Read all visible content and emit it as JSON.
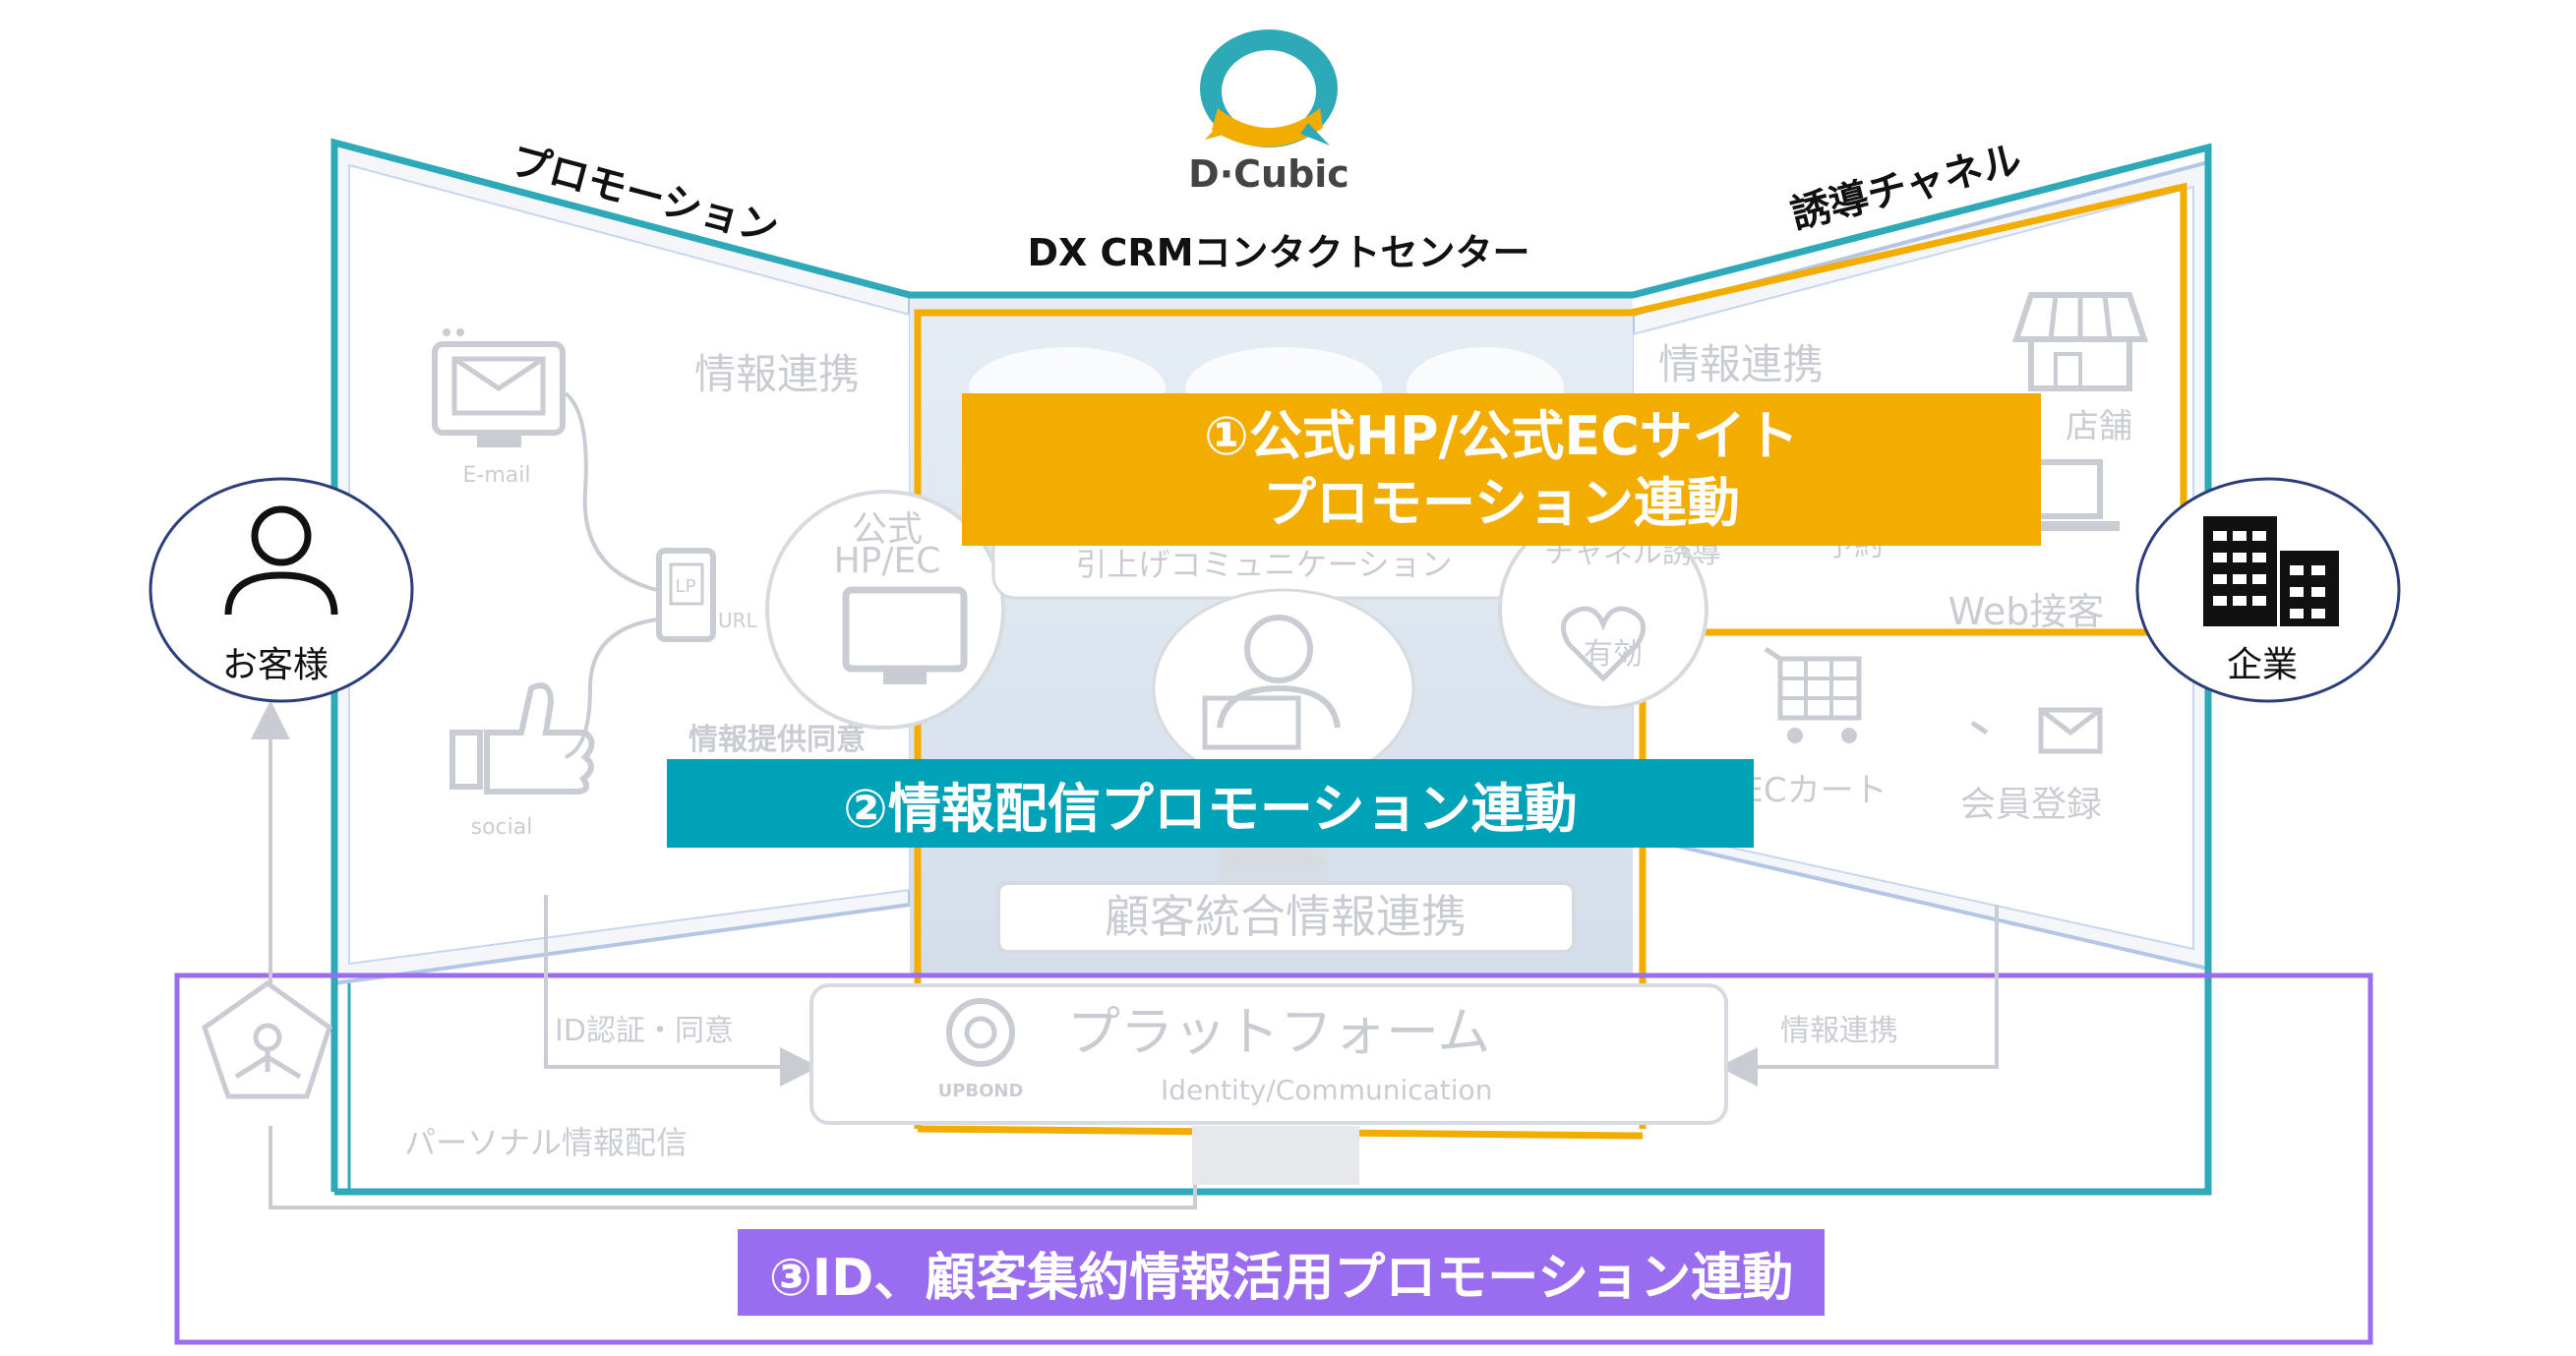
{
  "logo": {
    "name": "D·Cubic"
  },
  "header": {
    "title": "DX CRMコンタクトセンター"
  },
  "wings": {
    "left_title": "プロモーション",
    "right_title": "誘導チャネル"
  },
  "left_panel": {
    "email_label": "E-mail",
    "lp_label": "LP",
    "url_label": "URL",
    "social_label": "social",
    "info_link": "情報連携",
    "consent": "情報提供同意"
  },
  "center_panel": {
    "hp_ec_line1": "公式",
    "hp_ec_line2": "HP/EC",
    "pill_text": "引上げコミュニケーション",
    "right_bubble_text": "チャネル誘導",
    "right_bubble_sub": "有効",
    "customer_info": "顧客統合情報連携"
  },
  "right_panel": {
    "info_link": "情報連携",
    "store": "店舗",
    "web_service": "Web接客",
    "ec_cart": "ECカート",
    "member_reg": "会員登録",
    "reserve_partial": "予約"
  },
  "actors": {
    "customer": "お客様",
    "company": "企業"
  },
  "platform": {
    "brand": "UPBOND",
    "title": "プラットフォーム",
    "subtitle": "Identity/Communication",
    "id_auth": "ID認証・同意",
    "info_link": "情報連携",
    "personal": "パーソナル情報配信"
  },
  "banners": {
    "b1_line1": "①公式HP/公式ECサイト",
    "b1_line2": "プロモーション連動",
    "b2": "②情報配信プロモーション連動",
    "b3": "③ID、顧客集約情報活用プロモーション連動"
  },
  "colors": {
    "teal": "#2ea9b7",
    "orange": "#f2ad00",
    "banner_teal": "#00a2b8",
    "purple": "#9a6cef",
    "faint": "#c9cdd3",
    "center_bg": "#dde6f0"
  },
  "icons": [
    "logo-icon",
    "person-icon",
    "building-icon",
    "email-icon",
    "phone-icon",
    "like-icon",
    "monitor-icon",
    "store-icon",
    "laptop-icon",
    "cart-icon",
    "mail-icon",
    "pentagon-icon",
    "upbond-icon",
    "operator-icon",
    "heart-icon"
  ]
}
